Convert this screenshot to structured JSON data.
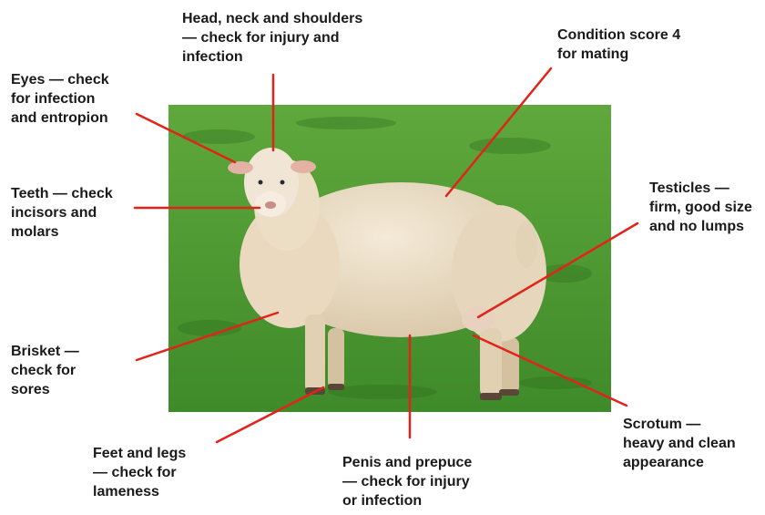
{
  "colors": {
    "leader_line": "#e2231a",
    "text": "#1a1a1a",
    "grass": "#4f9a32",
    "grass_dark": "#3e8228",
    "wool": "#ece0cb",
    "wool_shade": "#d8c8ab",
    "face": "#f1e6d6",
    "hoof": "#5a4636"
  },
  "photo": {
    "subject": "sheep",
    "background": "grass"
  },
  "callouts": [
    {
      "id": "head",
      "lines": [
        "Head, neck and shoulders",
        "— check for injury and",
        "infection"
      ]
    },
    {
      "id": "condition",
      "lines": [
        "Condition score 4",
        "for mating"
      ]
    },
    {
      "id": "eyes",
      "lines": [
        "Eyes — check",
        "for infection",
        "and entropion"
      ]
    },
    {
      "id": "teeth",
      "lines": [
        "Teeth — check",
        "incisors and",
        "molars"
      ]
    },
    {
      "id": "testicles",
      "lines": [
        "Testicles —",
        "firm, good size",
        "and no lumps"
      ]
    },
    {
      "id": "brisket",
      "lines": [
        "Brisket —",
        "check for",
        "sores"
      ]
    },
    {
      "id": "scrotum",
      "lines": [
        "Scrotum —",
        "heavy and clean",
        "appearance"
      ]
    },
    {
      "id": "feet",
      "lines": [
        "Feet and legs",
        "— check for",
        "lameness"
      ]
    },
    {
      "id": "penis",
      "lines": [
        "Penis and prepuce",
        "— check for injury",
        "or infection"
      ]
    }
  ]
}
